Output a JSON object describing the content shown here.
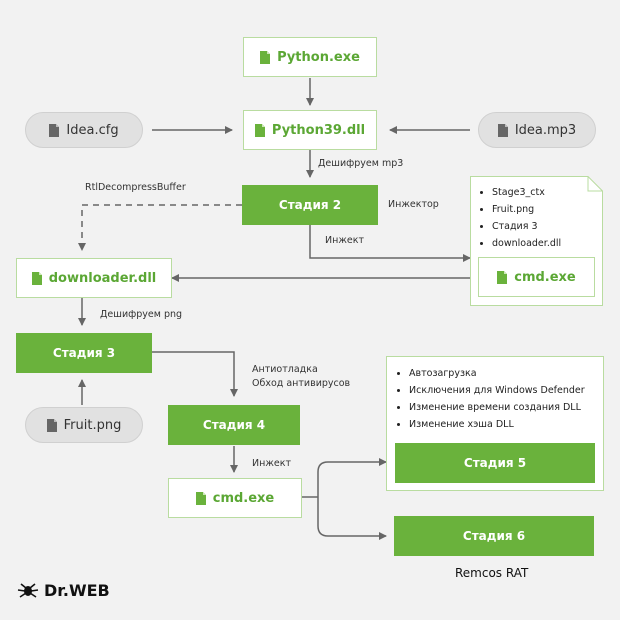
{
  "nodes": {
    "python_exe": "Python.exe",
    "python39_dll": "Python39.dll",
    "idea_cfg": "Idea.cfg",
    "idea_mp3": "Idea.mp3",
    "stage2": "Стадия 2",
    "downloader_dll": "downloader.dll",
    "cmd_exe_top": "cmd.exe",
    "stage3": "Стадия 3",
    "fruit_png": "Fruit.png",
    "stage4": "Стадия 4",
    "cmd_exe_bottom": "cmd.exe",
    "stage5": "Стадия 5",
    "stage6": "Стадия 6"
  },
  "labels": {
    "decrypt_mp3": "Дешифруем mp3",
    "rtl_decompress": "RtlDecompressBuffer",
    "injector": "Инжектор",
    "inject_1": "Инжект",
    "decrypt_png": "Дешифруем png",
    "antidebug_1": "Антиотладка",
    "antidebug_2": "Обход антивирусов",
    "inject_2": "Инжект",
    "remcos": "Remcos RAT"
  },
  "note_top": [
    "Stage3_ctx",
    "Fruit.png",
    "Стадия 3",
    "downloader.dll"
  ],
  "note_bottom": [
    "Автозагрузка",
    "Исключения для Windows Defender",
    "Изменение времени создания DLL",
    "Изменение хэша DLL"
  ],
  "logo": "Dr.WEB",
  "colors": {
    "accent": "#6ab23c",
    "outline": "#b9dca0",
    "arrow": "#666666"
  }
}
